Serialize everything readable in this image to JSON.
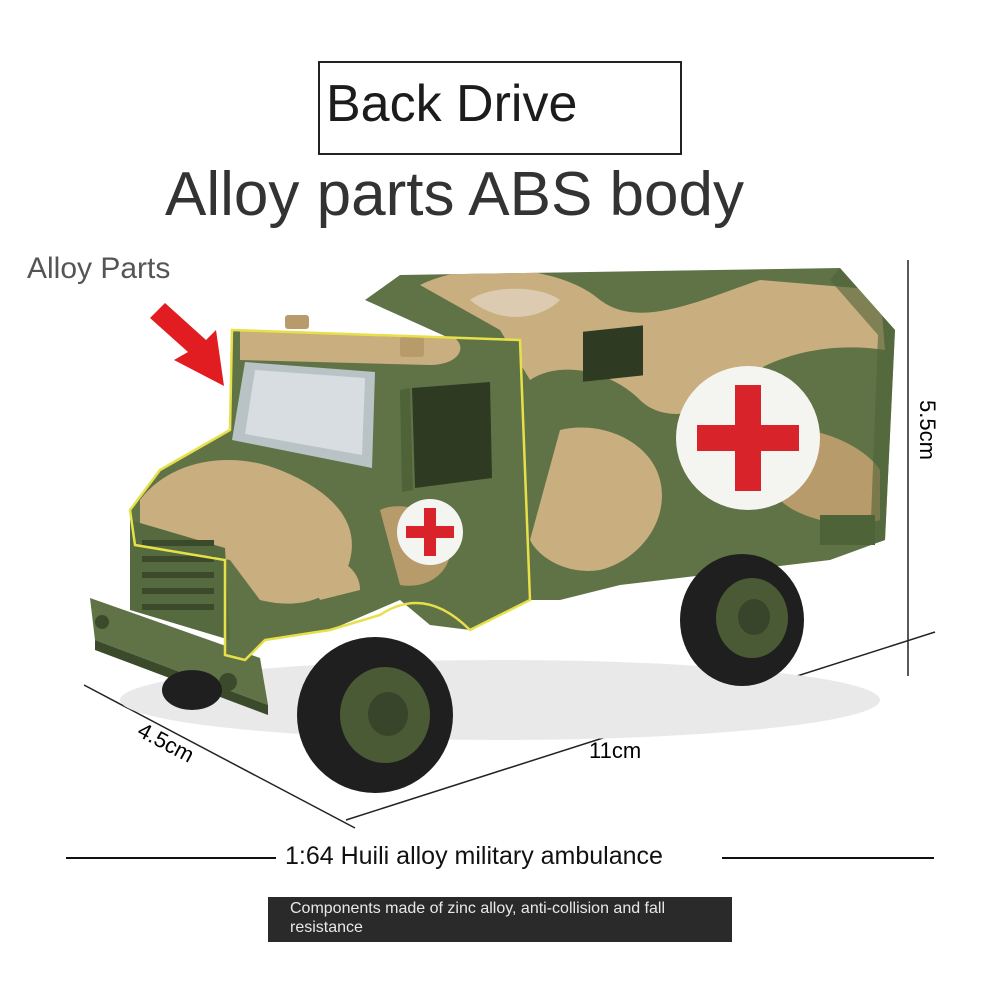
{
  "header": {
    "back_drive": "Back Drive",
    "headline": "Alloy parts ABS body"
  },
  "callout": {
    "label": "Alloy Parts"
  },
  "dimensions": {
    "height": "5.5cm",
    "length": "11cm",
    "width": "4.5cm"
  },
  "caption": {
    "title": "1:64 Huili alloy military ambulance",
    "description": "Components made of zinc alloy, anti-collision and fall resistance"
  },
  "colors": {
    "camo_green": "#5f7346",
    "camo_sand": "#c9ae7f",
    "camo_light": "#dccbb0",
    "highlight_outline": "#e8e04a",
    "arrow_red": "#e11d22",
    "cross_red": "#d9232b"
  }
}
